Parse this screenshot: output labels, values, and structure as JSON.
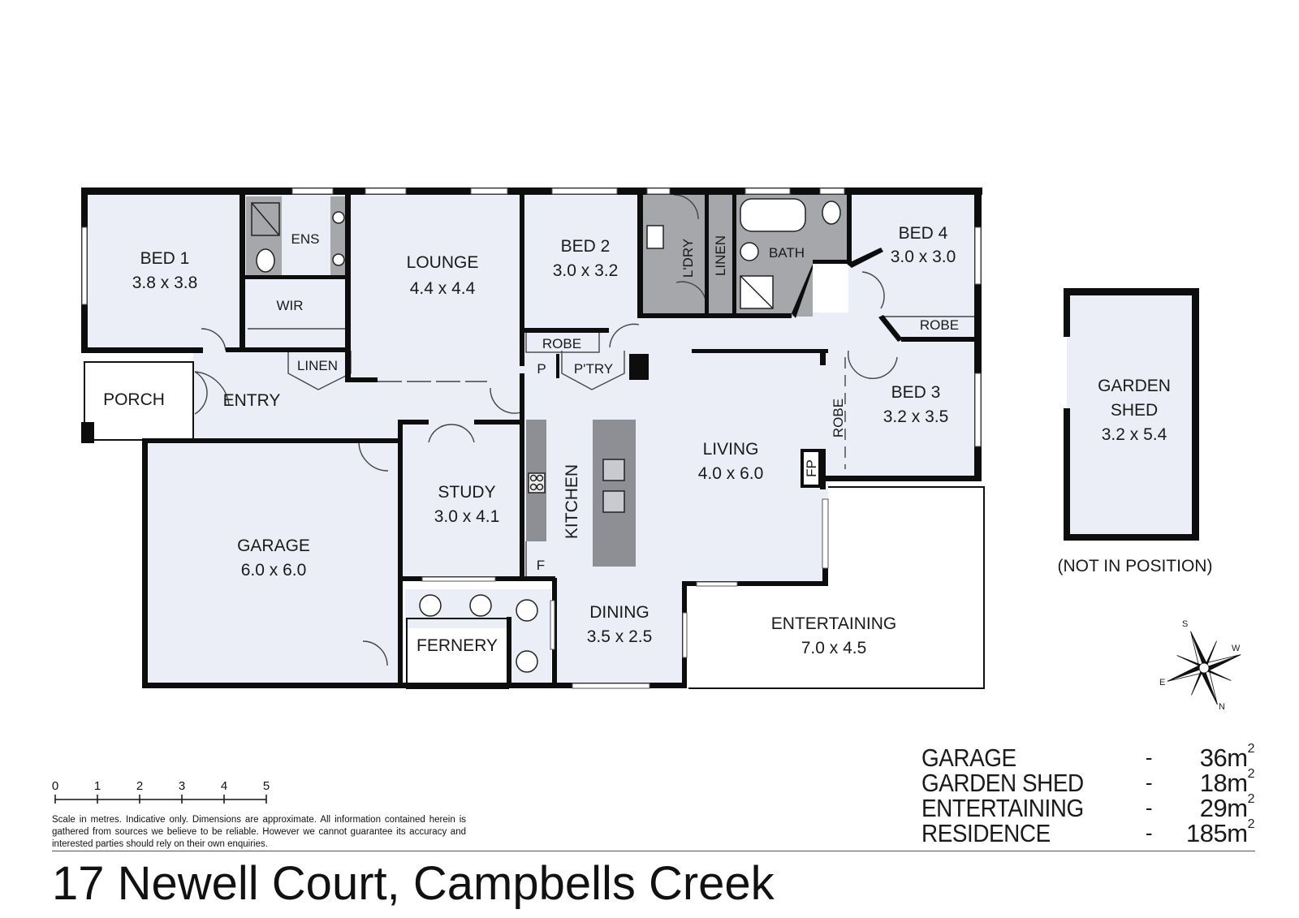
{
  "rooms": {
    "bed1": {
      "name": "BED 1",
      "dims": "3.8 x 3.8"
    },
    "ens": {
      "name": "ENS"
    },
    "wir": {
      "name": "WIR"
    },
    "lounge": {
      "name": "LOUNGE",
      "dims": "4.4 x 4.4"
    },
    "bed2": {
      "name": "BED 2",
      "dims": "3.0 x 3.2"
    },
    "ldry": {
      "name": "L'DRY"
    },
    "linen_upper": {
      "name": "LINEN"
    },
    "bath": {
      "name": "BATH"
    },
    "bed4": {
      "name": "BED 4",
      "dims": "3.0 x 3.0"
    },
    "robe_bed4": {
      "name": "ROBE"
    },
    "robe_bed2": {
      "name": "ROBE"
    },
    "pantry_p": {
      "name": "P"
    },
    "ptry": {
      "name": "P'TRY"
    },
    "linen_entry": {
      "name": "LINEN"
    },
    "porch": {
      "name": "PORCH"
    },
    "entry": {
      "name": "ENTRY"
    },
    "bed3": {
      "name": "BED 3",
      "dims": "3.2 x 3.5"
    },
    "robe_bed3": {
      "name": "ROBE"
    },
    "living": {
      "name": "LIVING",
      "dims": "4.0 x 6.0"
    },
    "fp": {
      "name": "FP"
    },
    "kitchen": {
      "name": "KITCHEN"
    },
    "fridge": {
      "name": "F"
    },
    "study": {
      "name": "STUDY",
      "dims": "3.0 x 4.1"
    },
    "garage": {
      "name": "GARAGE",
      "dims": "6.0 x 6.0"
    },
    "dining": {
      "name": "DINING",
      "dims": "3.5 x 2.5"
    },
    "fernery": {
      "name": "FERNERY"
    },
    "entertaining": {
      "name": "ENTERTAINING",
      "dims": "7.0 x 4.5"
    },
    "garden_shed": {
      "name_line1": "GARDEN",
      "name_line2": "SHED",
      "dims": "3.2 x 5.4"
    }
  },
  "shed_note": "(NOT IN POSITION)",
  "compass": {
    "s": "S",
    "w": "W",
    "e": "E",
    "n": "N"
  },
  "scale": {
    "ticks": [
      "0",
      "1",
      "2",
      "3",
      "4",
      "5"
    ]
  },
  "disclaimer": "Scale in metres. Indicative only. Dimensions are approximate. All information contained herein is gathered from sources we believe to be reliable. However we cannot guarantee its accuracy and interested parties should rely on their own enquiries.",
  "areas": [
    {
      "name": "GARAGE",
      "dash": "-",
      "value": "36m",
      "unit_power": "2"
    },
    {
      "name": "GARDEN SHED",
      "dash": "-",
      "value": "18m",
      "unit_power": "2"
    },
    {
      "name": "ENTERTAINING",
      "dash": "-",
      "value": "29m",
      "unit_power": "2"
    },
    {
      "name": "RESIDENCE",
      "dash": "-",
      "value": "185m",
      "unit_power": "2"
    }
  ],
  "address": "17 Newell Court, Campbells Creek",
  "colors": {
    "wall": "#0d0d0d",
    "floor": "#eceef7",
    "wet": "#a6a7ab",
    "bench": "#8e8f94"
  }
}
